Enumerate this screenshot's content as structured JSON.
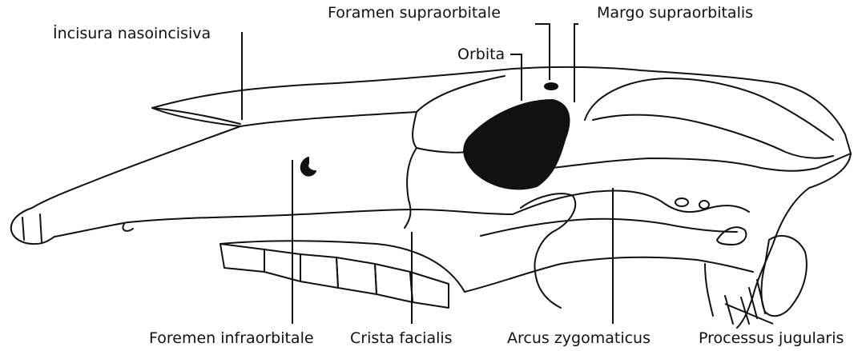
{
  "labels": {
    "incisura": "İncisura nasoincisiva",
    "foramen_supra": "Foramen supraorbitale",
    "margo": "Margo supraorbitalis",
    "orbita": "Orbita",
    "foramen_infra": "Foremen infraorbitale",
    "crista": "Crista facialis",
    "arcus": "Arcus zygomaticus",
    "processus": "Processus jugularis"
  },
  "colors": {
    "line": "#111111",
    "background": "#ffffff"
  }
}
